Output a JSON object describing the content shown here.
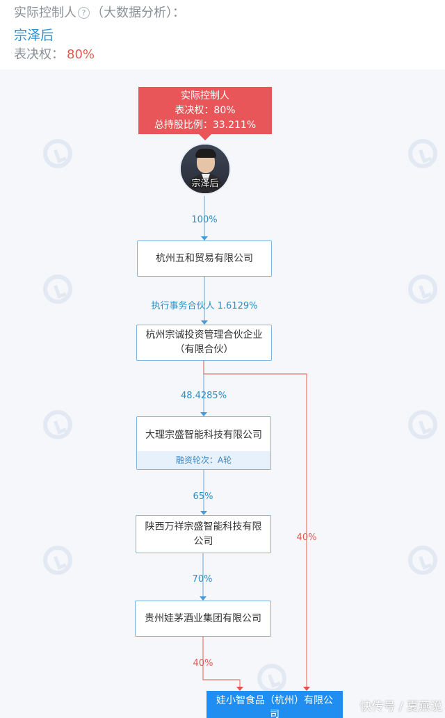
{
  "header": {
    "title": "实际控制人",
    "title_suffix": "（大数据分析）：",
    "help": "?",
    "name": "宗泽后",
    "vote_label": "表决权：",
    "vote_value": "80%"
  },
  "controller_box": {
    "line1": "实际控制人",
    "line2": "表决权：80%",
    "line3": "总持股比例：33.211%"
  },
  "person": {
    "name": "宗泽后"
  },
  "nodes": {
    "n1": {
      "line1": "杭州五和贸易有限公司"
    },
    "n2": {
      "line1": "杭州宗诚投资管理合伙企业",
      "line2": "（有限合伙）"
    },
    "n3": {
      "line1": "大理宗盛智能科技有限公司",
      "sub": "融资轮次：A轮"
    },
    "n4": {
      "line1": "陕西万祥宗盛智能科技有限",
      "line2": "公司"
    },
    "n5": {
      "line1": "贵州娃茅酒业集团有限公司"
    },
    "target": {
      "line1": "娃小智食品（杭州）有限公",
      "line2": "司"
    }
  },
  "edges": {
    "e0": "100%",
    "e1": "执行事务合伙人 1.6129%",
    "e2": "48.4285%",
    "e3": "65%",
    "e4": "70%",
    "e5": "40%",
    "e6": "40%"
  },
  "colors": {
    "controller": "#e8565a",
    "target": "#1f8ef0",
    "blue_link": "#7fb3dc",
    "red_link": "#e87a72",
    "name": "#2a8fd6"
  },
  "watermark": "快传号 / 夏燕说"
}
